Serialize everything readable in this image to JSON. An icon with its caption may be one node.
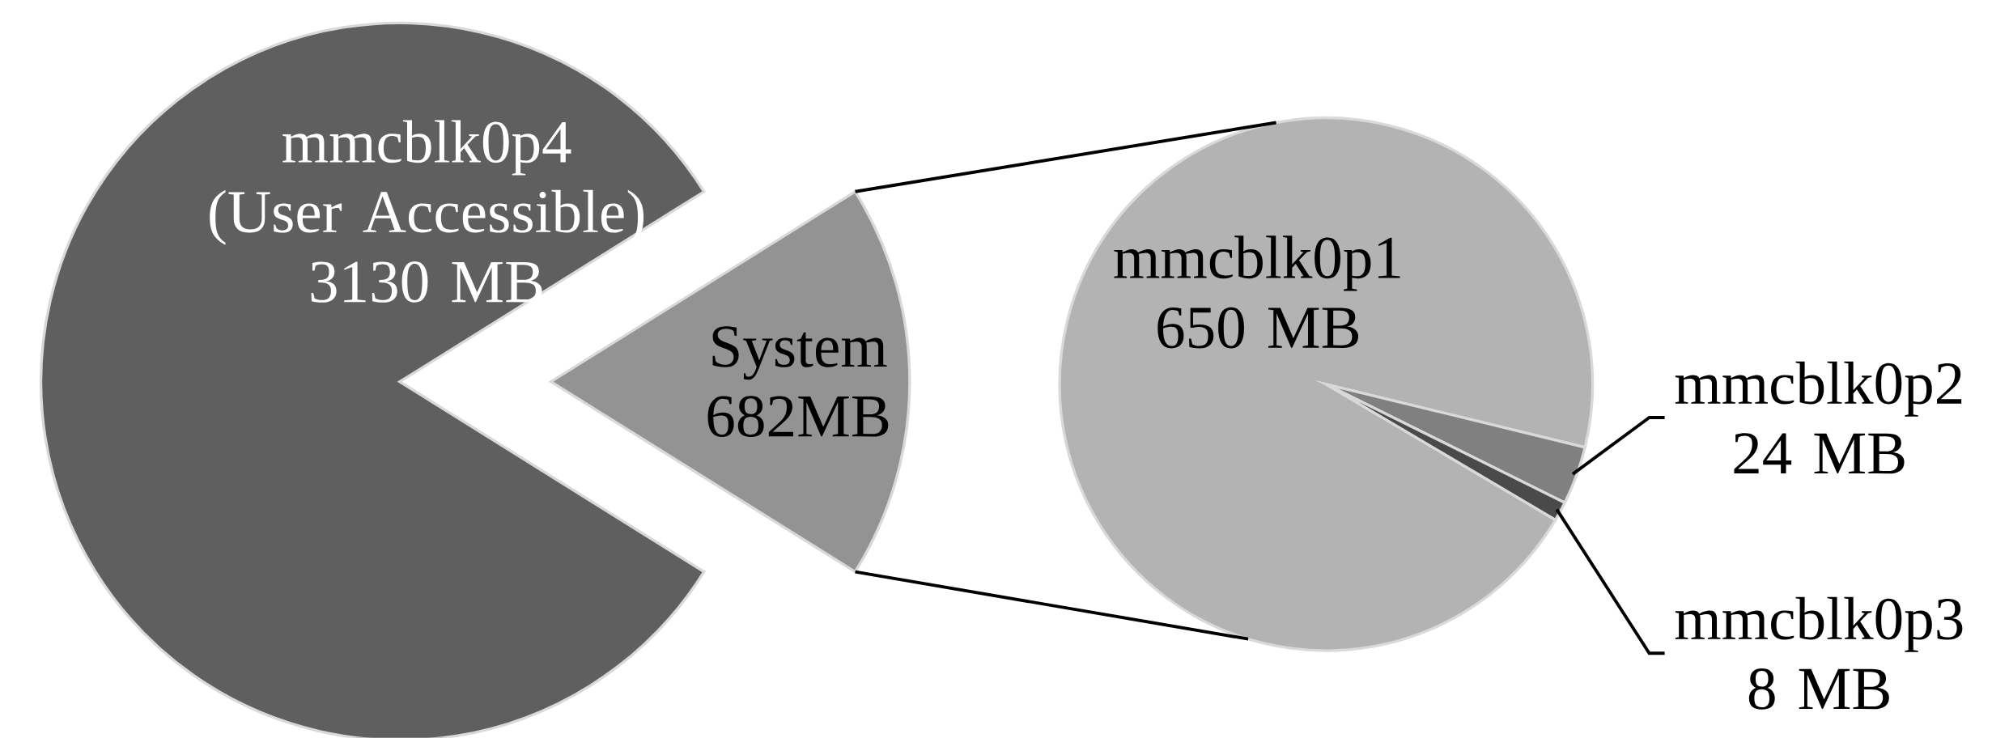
{
  "diagram": {
    "nodes": [
      {
        "text": [
          "mmcblk0p4 (User Accessible) 3130 MB"
        ]
      },
      {
        "text": [
          "System 682MB"
        ]
      },
      {
        "text": [
          "mmcblk0p1 650 MB"
        ]
      },
      {
        "text": [
          "mmcblk0p2 24 MB"
        ]
      },
      {
        "text": [],
        "shape": "slice"
      },
      {
        "text": [
          "mmcblk0p3 8 MB"
        ]
      },
      {
        "text": [],
        "shape": "slice"
      }
    ],
    "edges": [
      {
        "from": 1,
        "to": 2,
        "arrow": "none"
      },
      {
        "from": 1,
        "to": 2,
        "arrow": "none"
      },
      {
        "from": 3,
        "to": 4,
        "arrow": "none"
      },
      {
        "from": 5,
        "to": 6,
        "arrow": "none"
      }
    ]
  }
}
